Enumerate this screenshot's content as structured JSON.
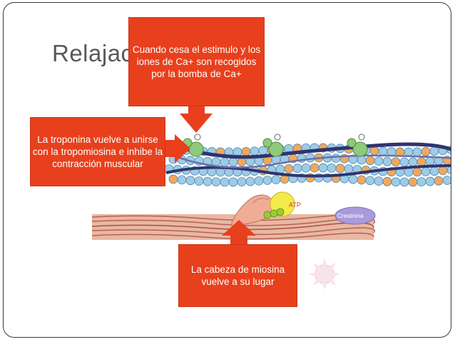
{
  "slide": {
    "title": "Relajación"
  },
  "callouts": {
    "top": "Cuando cesa el estimulo y los iones de Ca+ son recogidos por la bomba de Ca+",
    "left": "La troponina vuelve a unirse con la tropomiosina e inhibe la contracción muscular",
    "bottom": "La cabeza de miosina vuelve a su lugar"
  },
  "diagram": {
    "atp_label": "ATP",
    "creatinina_label": "Creatinina",
    "colors": {
      "actin_bead": "#9ecbe6",
      "troponin": "#f2a85a",
      "tropomyosin": "#3b3f7a",
      "myosin": "#e8a68e",
      "atp": "#f2e646",
      "creatinina": "#a79ad9",
      "callout": "#e8401c"
    }
  }
}
